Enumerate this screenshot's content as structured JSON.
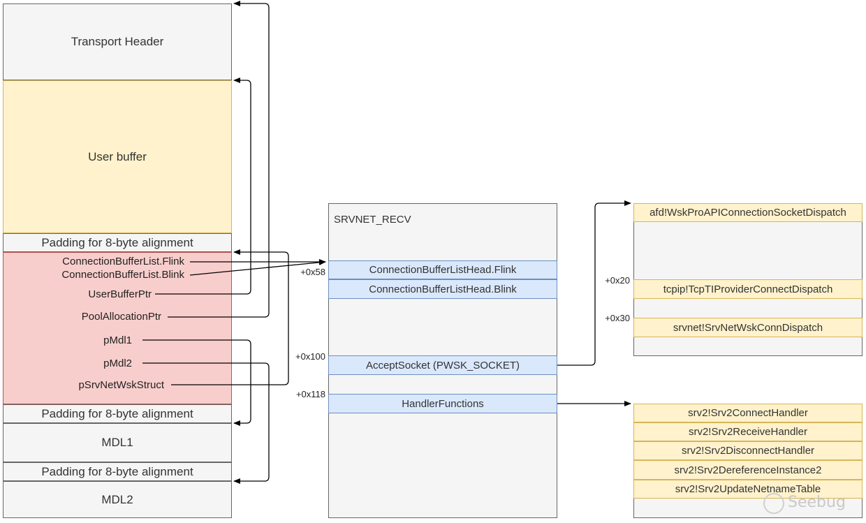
{
  "left_stack": {
    "transport_header": "Transport Header",
    "user_buffer": "User buffer",
    "padding_1": "Padding for 8-byte alignment",
    "fields": [
      "ConnectionBufferList.Flink",
      "ConnectionBufferList.Blink",
      "UserBufferPtr",
      "PoolAllocationPtr",
      "pMdl1",
      "pMdl2",
      "pSrvNetWskStruct"
    ],
    "padding_2": "Padding for 8-byte alignment",
    "mdl1": "MDL1",
    "padding_3": "Padding for 8-byte alignment",
    "mdl2": "MDL2"
  },
  "srvnet_recv": {
    "title": "SRVNET_RECV",
    "offsets": [
      "+0x58",
      "+0x100",
      "+0x118"
    ],
    "rows": [
      "ConnectionBufferListHead.Flink",
      "ConnectionBufferListHead.Blink",
      "AcceptSocket (PWSK_SOCKET)",
      "HandlerFunctions"
    ]
  },
  "dispatch_table": {
    "offsets": [
      "+0x20",
      "+0x30"
    ],
    "rows": [
      "afd!WskProAPIConnectionSocketDispatch",
      "tcpip!TcpTIProviderConnectDispatch",
      "srvnet!SrvNetWskConnDispatch"
    ]
  },
  "handler_table": {
    "rows": [
      "srv2!Srv2ConnectHandler",
      "srv2!Srv2ReceiveHandler",
      "srv2!Srv2DisconnectHandler",
      "srv2!Srv2DereferenceInstance2",
      "srv2!Srv2UpdateNetnameTable"
    ]
  },
  "watermark": "Seebug",
  "colors": {
    "grey_fill": "#f5f5f5",
    "yellow_fill": "#fff2cc",
    "blue_fill": "#dae8fc",
    "red_fill": "#f8cecc",
    "arrow": "#000000"
  }
}
